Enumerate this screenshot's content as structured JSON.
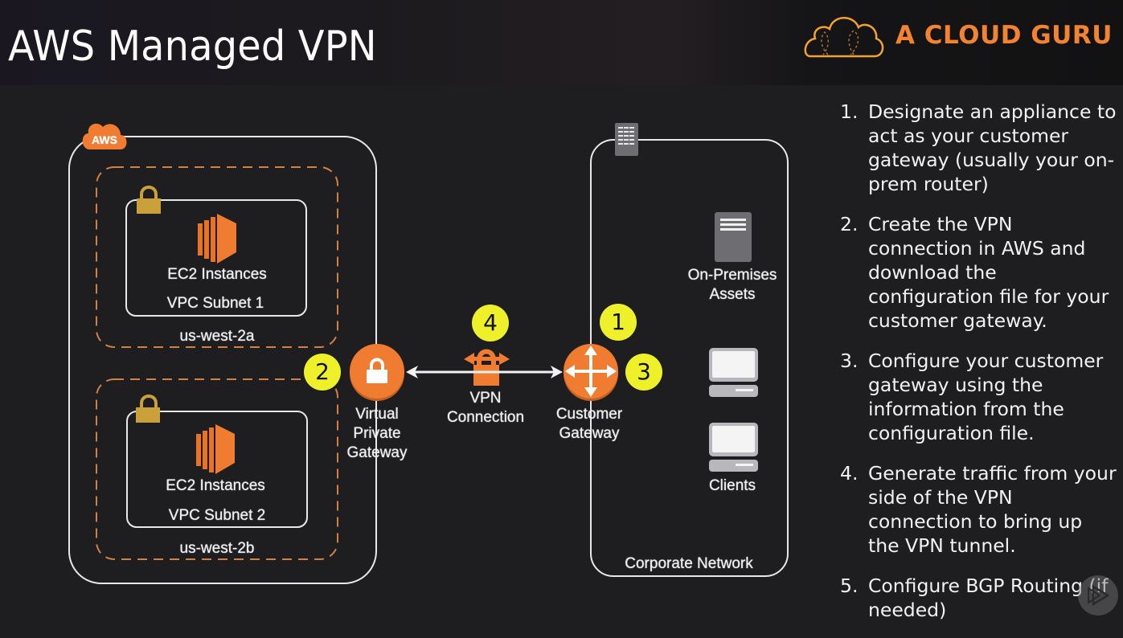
{
  "header": {
    "title": "AWS Managed VPN",
    "logo_text": "A CLOUD GURU",
    "brand_color": "#f38330"
  },
  "diagram": {
    "aws_cloud": {
      "badge": "AWS"
    },
    "subnets": [
      {
        "instances_label": "EC2 Instances",
        "subnet_label": "VPC Subnet 1",
        "az_label": "us-west-2a"
      },
      {
        "instances_label": "EC2 Instances",
        "subnet_label": "VPC Subnet 2",
        "az_label": "us-west-2b"
      }
    ],
    "virtual_private_gateway": {
      "label_lines": [
        "Virtual",
        "Private",
        "Gateway"
      ]
    },
    "vpn_connection": {
      "label_lines": [
        "VPN",
        "Connection"
      ]
    },
    "customer_gateway": {
      "label_lines": [
        "Customer",
        "Gateway"
      ]
    },
    "on_premises_assets": {
      "label_lines": [
        "On-Premises",
        "Assets"
      ]
    },
    "clients": {
      "label": "Clients"
    },
    "corporate_network": {
      "label": "Corporate Network"
    },
    "step_badges": [
      "1",
      "2",
      "3",
      "4"
    ],
    "colors": {
      "orange": "#f07c31",
      "badge_yellow": "#eef12a",
      "lock_gold": "#c9a03a",
      "gray_icon": "#6e6e72"
    }
  },
  "steps": [
    {
      "num": "1.",
      "text": "Designate an appliance to act as your customer gateway (usually your on-prem router)"
    },
    {
      "num": "2.",
      "text": "Create the VPN connection in AWS and download the configuration file for your customer gateway."
    },
    {
      "num": "3.",
      "text": "Configure your customer gateway using the information from the configuration file."
    },
    {
      "num": "4.",
      "text": "Generate traffic from your side of the VPN connection to bring up the VPN tunnel."
    },
    {
      "num": "5.",
      "text": "Configure BGP Routing (if needed)"
    }
  ]
}
